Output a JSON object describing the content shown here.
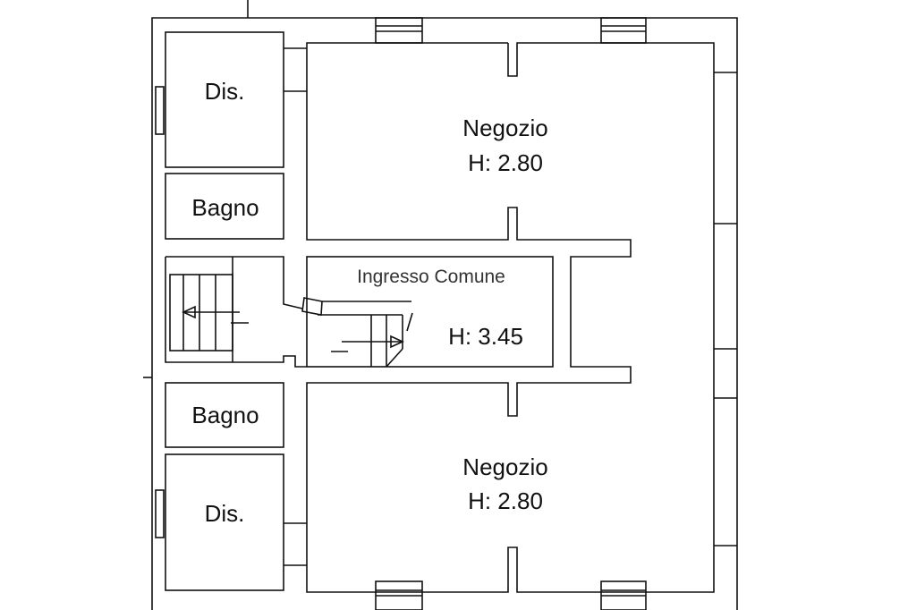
{
  "rooms": {
    "dis_top": "Dis.",
    "bagno_top": "Bagno",
    "negozio_top": {
      "name": "Negozio",
      "height": "H: 2.80"
    },
    "ingresso": {
      "name": "Ingresso Comune",
      "height": "H: 3.45"
    },
    "bagno_bottom": "Bagno",
    "dis_bottom": "Dis.",
    "negozio_bottom": {
      "name": "Negozio",
      "height": "H: 2.80"
    }
  }
}
